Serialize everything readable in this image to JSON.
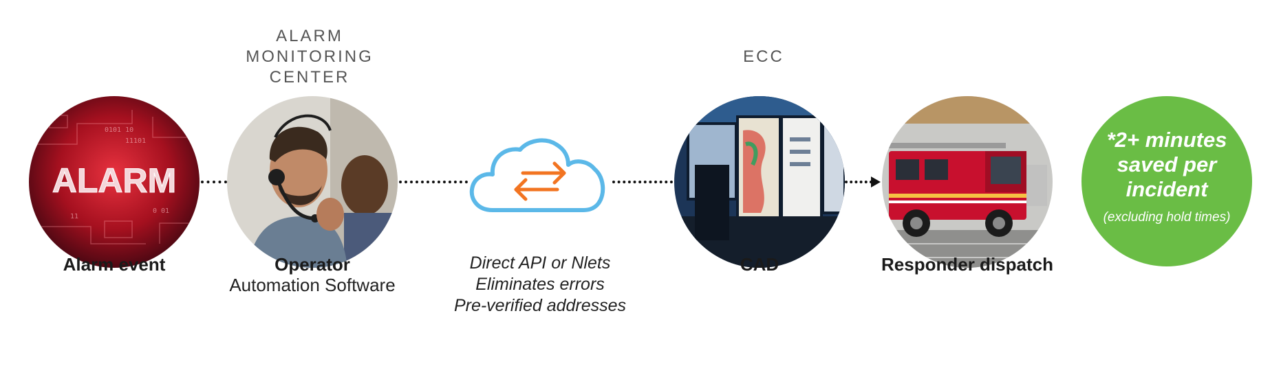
{
  "headers": {
    "monitoring_line1": "ALARM",
    "monitoring_line2": "MONITORING",
    "monitoring_line3": "CENTER",
    "ecc": "ECC"
  },
  "steps": [
    {
      "title": "Alarm event",
      "image_text": "ALARM",
      "icon": "alarm-photo"
    },
    {
      "title": "Operator",
      "subtitle": "Automation Software",
      "icon": "operator-photo"
    },
    {
      "lines": [
        "Direct API or Nlets",
        "Eliminates errors",
        "Pre-verified addresses"
      ],
      "icon": "cloud-exchange-icon"
    },
    {
      "title": "CAD",
      "icon": "dispatch-monitors-photo"
    },
    {
      "title": "Responder dispatch",
      "icon": "fire-truck-photo"
    }
  ],
  "badge": {
    "main_line1": "*2+ minutes",
    "main_line2": "saved per",
    "main_line3": "incident",
    "sub": "(excluding hold times)"
  },
  "colors": {
    "badge_green": "#6abd45",
    "cloud_blue": "#5bb8e8",
    "arrow_orange": "#f27421",
    "alarm_red": "#c8102e"
  }
}
